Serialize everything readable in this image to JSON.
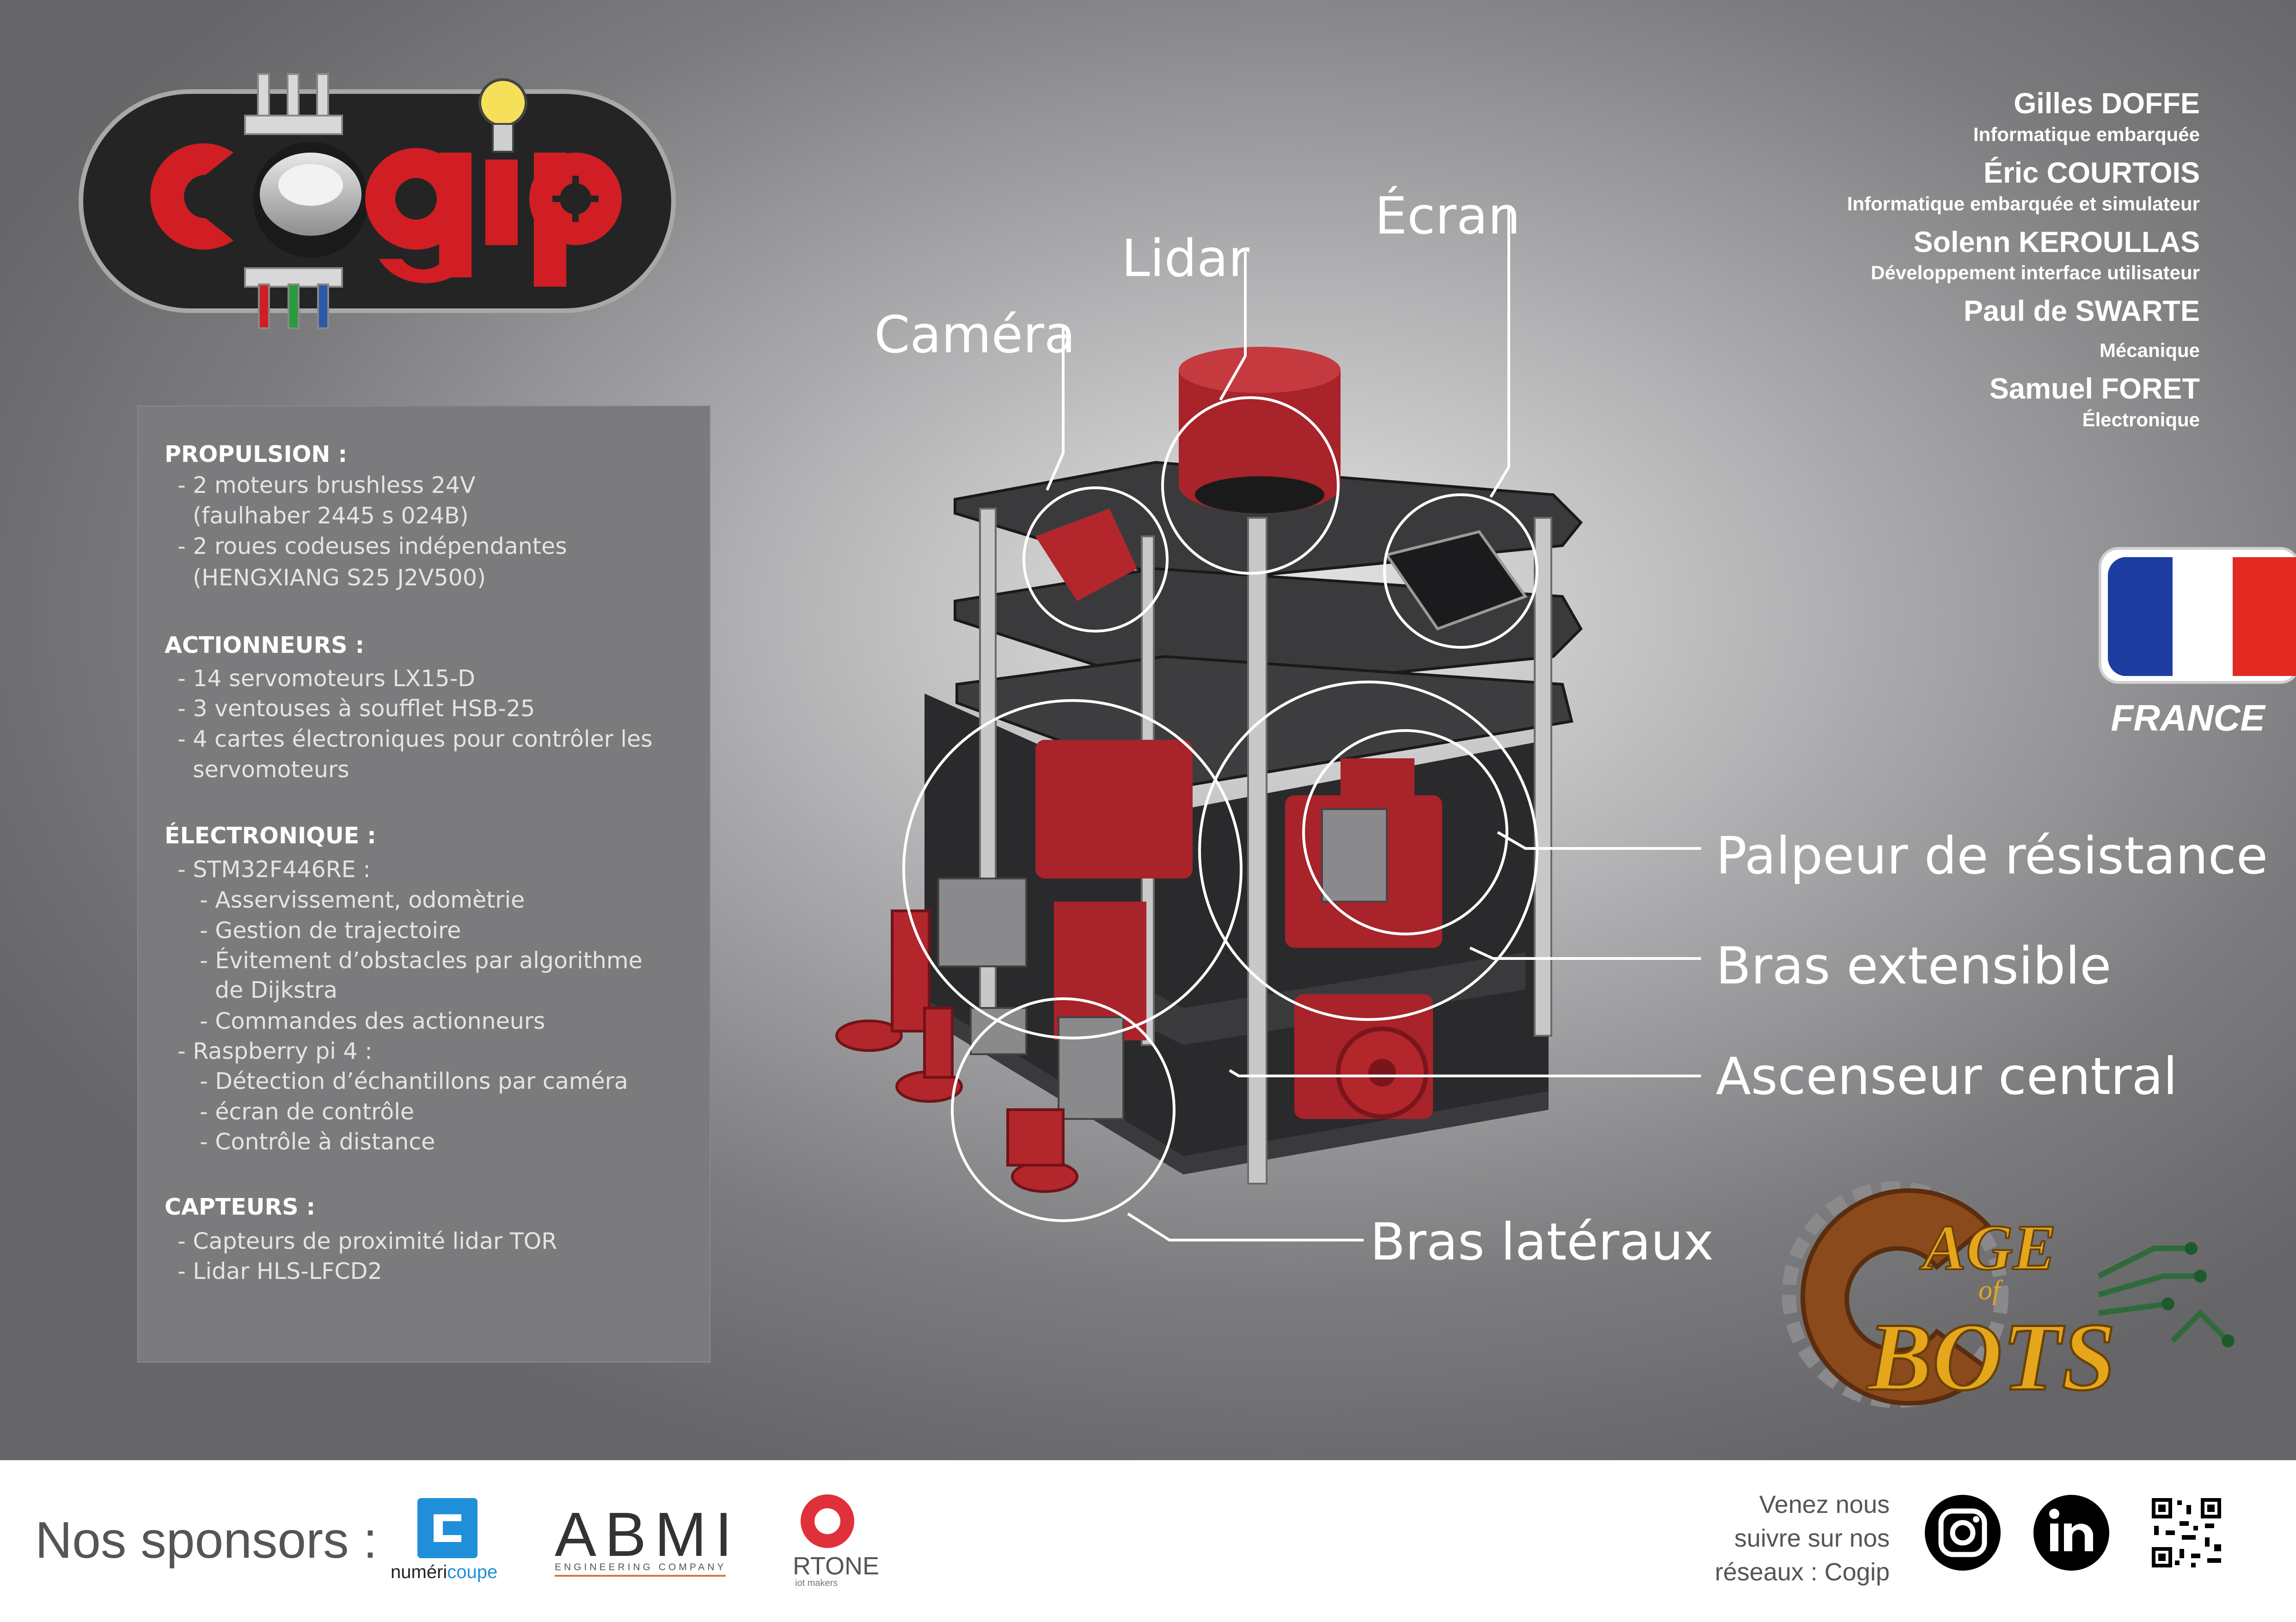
{
  "logo": {
    "text": "cogip",
    "icon": "lightbulb-chip-icon"
  },
  "team": [
    {
      "name": "Gilles DOFFE",
      "role": "Informatique embarquée"
    },
    {
      "name": "Éric COURTOIS",
      "role": "Informatique embarquée et simulateur"
    },
    {
      "name": "Solenn KEROULLAS",
      "role": "Développement interface utilisateur"
    },
    {
      "name": "Paul de SWARTE",
      "role": "Mécanique"
    },
    {
      "name": "Samuel FORET",
      "role": "Électronique"
    }
  ],
  "country": {
    "label": "FRANCE",
    "flag_colors": [
      "#1e3da0",
      "#ffffff",
      "#e32a22"
    ]
  },
  "specs": {
    "propulsion_title": "PROPULSION :",
    "propulsion": [
      "- 2 moteurs brushless 24V",
      "(faulhaber 2445 s 024B)",
      "- 2 roues codeuses indépendantes",
      "(HENGXIANG S25 J2V500)"
    ],
    "actionneurs_title": "ACTIONNEURS :",
    "actionneurs": [
      "- 14 servomoteurs LX15-D",
      "- 3 ventouses à soufflet HSB-25",
      "- 4 cartes électroniques pour contrôler les",
      "servomoteurs"
    ],
    "electronique_title": "ÉLECTRONIQUE :",
    "electronique": [
      "- STM32F446RE :",
      "- Asservissement, odomètrie",
      "- Gestion de trajectoire",
      "- Évitement d’obstacles par algorithme",
      "de Dijkstra",
      "- Commandes des actionneurs",
      "- Raspberry pi 4 :",
      "- Détection d’échantillons par caméra",
      "- écran de contrôle",
      "- Contrôle à distance"
    ],
    "capteurs_title": "CAPTEURS :",
    "capteurs": [
      "- Capteurs de proximité lidar TOR",
      "- Lidar HLS-LFCD2"
    ]
  },
  "callouts": {
    "camera": "Caméra",
    "lidar": "Lidar",
    "ecran": "Écran",
    "palpeur": "Palpeur de résistance",
    "bras_extensible": "Bras extensible",
    "ascenseur": "Ascenseur central",
    "bras_lateraux": "Bras latéraux"
  },
  "event_logo": {
    "line1": "AGE",
    "line2": "of",
    "line3": "BOTS"
  },
  "footer": {
    "sponsors_label": "Nos sponsors :",
    "sponsors": [
      {
        "name": "numéricoupe",
        "part1": "numéri",
        "part2": "coupe"
      },
      {
        "name": "ABMI",
        "tagline": "ENGINEERING COMPANY"
      },
      {
        "name": "RTONE",
        "tagline": "iot makers"
      }
    ],
    "follow_lines": [
      "Venez nous",
      "suivre sur nos",
      "réseaux : Cogip"
    ],
    "social": [
      "instagram-icon",
      "linkedin-icon",
      "qr-code-icon"
    ]
  }
}
